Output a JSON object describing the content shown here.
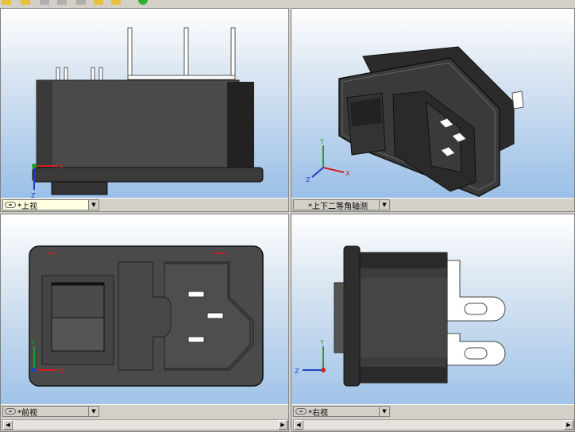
{
  "toolbar": {
    "icons": [
      "folder-icon",
      "save-icon",
      "undo-icon",
      "redo-icon",
      "open-icon",
      "close-icon",
      "rebuild-check-icon"
    ]
  },
  "viewports": {
    "top": {
      "view_label": "*上视"
    },
    "iso": {
      "view_label": "*上下二等角轴测"
    },
    "front": {
      "view_label": "*前视"
    },
    "right": {
      "view_label": "*右视"
    }
  },
  "axes": {
    "x": "X",
    "y": "Y",
    "z": "Z"
  },
  "colors": {
    "sky_top": "#ffffff",
    "sky_bottom": "#93bbe6",
    "body_dark": "#2b2b2b",
    "body_mid": "#4a4a4a",
    "axis_x": "#d02020",
    "axis_y": "#20a020",
    "axis_z": "#2040c0"
  }
}
